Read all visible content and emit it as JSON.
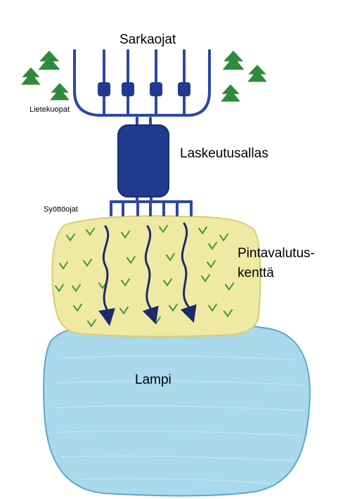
{
  "labels": {
    "sarkaojat": "Sarkaojat",
    "lietekuopat": "Lietekuopat",
    "laskeutusallas": "Laskeutusallas",
    "syottoojat": "Syöttöojat",
    "pintavalutus_line1": "Pintavalutus-",
    "pintavalutus_line2": "kenttä",
    "lampi": "Lampi"
  },
  "colors": {
    "ditch_blue": "#2a48a8",
    "basin_blue": "#1f3a8f",
    "field_yellow": "#efe9a4",
    "field_edge": "#d8cf6a",
    "pond_blue": "#a9d9ea",
    "pond_edge": "#5aa8cc",
    "tree_green": "#2f8a3a",
    "grass_green": "#3f9a3c",
    "flow_navy": "#1c2a6e"
  }
}
